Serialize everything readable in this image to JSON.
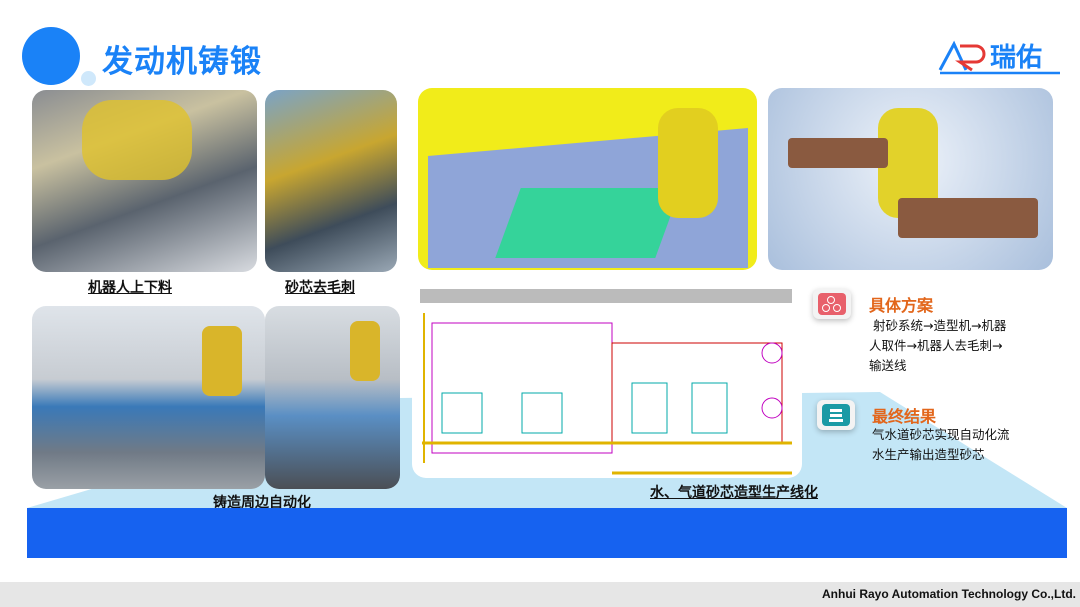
{
  "title": "发动机铸锻",
  "logo": {
    "text": "瑞佑",
    "mark": "AR"
  },
  "captions": {
    "robot_loading": "机器人上下料",
    "sand_core_deburr": "砂芯去毛刺",
    "casting_automation": "铸造周边自动化",
    "production_line": "水、气道砂芯造型生产线化"
  },
  "plan": {
    "heading": "具体方案",
    "body_lines": [
      " 射砂系统→造型机→机器",
      "人取件→机器人去毛刺→",
      "输送线"
    ],
    "icon": "flow-nodes-icon",
    "color": "#e8606b"
  },
  "result": {
    "heading": "最终结果",
    "body_lines": [
      "气水道砂芯实现自动化流",
      "水生产输出造型砂芯"
    ],
    "icon": "machine-icon",
    "color": "#1a9aa5"
  },
  "footer": "Anhui Rayo Automation Technology Co.,Ltd.",
  "colors": {
    "brand": "#1a82f7",
    "accent": "#e2661b",
    "band": "#1662f0"
  }
}
